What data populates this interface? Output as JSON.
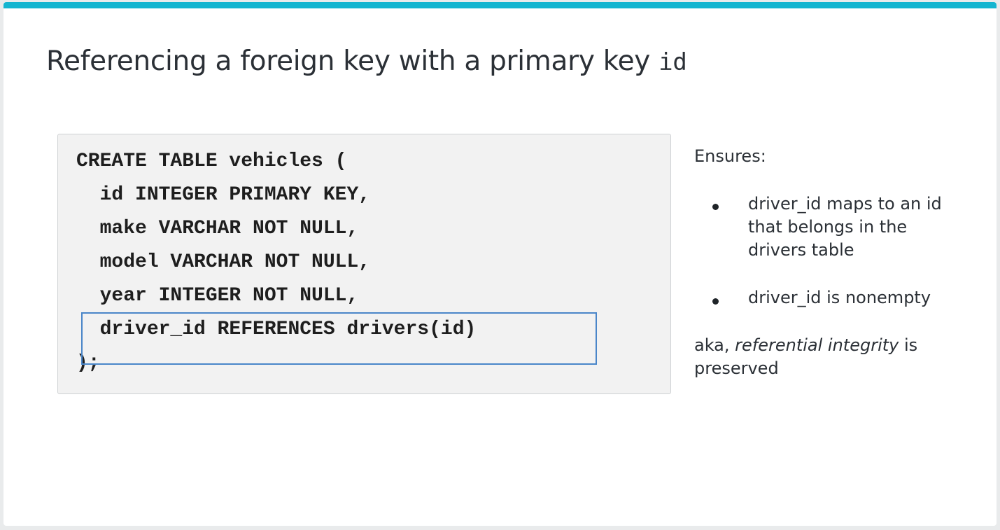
{
  "slide": {
    "title_text": "Referencing a foreign key with a primary key ",
    "title_code": "id",
    "accent_color": "#14b5d0",
    "highlight_color": "#4a86c9"
  },
  "code": {
    "lines": [
      "CREATE TABLE vehicles (",
      "  id INTEGER PRIMARY KEY,",
      "  make VARCHAR NOT NULL,",
      "  model VARCHAR NOT NULL,",
      "  year INTEGER NOT NULL,",
      "  driver_id REFERENCES drivers(id)",
      ");"
    ]
  },
  "sidebar": {
    "heading": "Ensures:",
    "bullets": [
      [
        "driver_id maps to an id",
        "that belongs in the",
        "drivers table"
      ],
      [
        "driver_id is nonempty"
      ]
    ],
    "footer_prefix": "aka, ",
    "footer_emphasis": "referential integrity",
    "footer_suffix": " is",
    "footer_line2": "preserved"
  }
}
